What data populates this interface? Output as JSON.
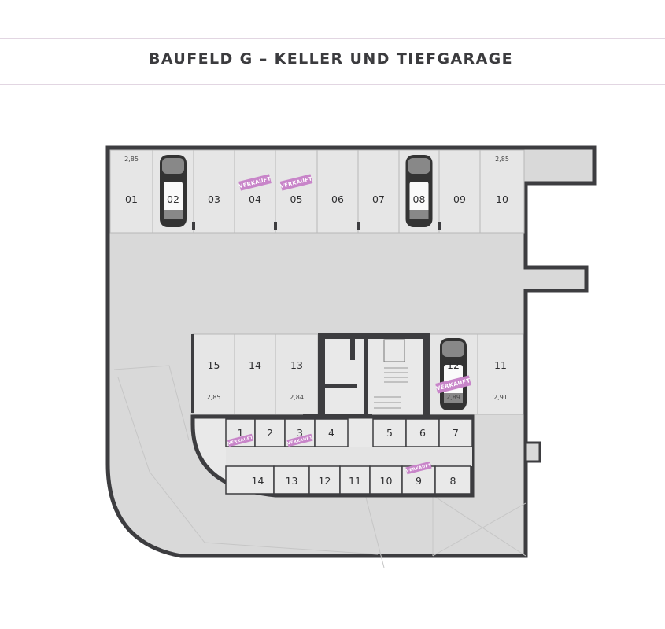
{
  "header": {
    "title": "BAUFELD G – KELLER UND TIEFGARAGE"
  },
  "colors": {
    "sold_badge": "#c885c9",
    "wall": "#3d3d40",
    "floor": "#d9d9d9"
  },
  "sold_label": "VERKAUFT",
  "parking_top": [
    {
      "num": "01",
      "height": "2,85"
    },
    {
      "num": "02",
      "car": true
    },
    {
      "num": "03"
    },
    {
      "num": "04",
      "sold": true
    },
    {
      "num": "05",
      "sold": true
    },
    {
      "num": "06"
    },
    {
      "num": "07"
    },
    {
      "num": "08",
      "car": true
    },
    {
      "num": "09"
    },
    {
      "num": "10",
      "height": "2,85"
    }
  ],
  "parking_mid": [
    {
      "num": "15",
      "height": "2,85"
    },
    {
      "num": "14"
    },
    {
      "num": "13",
      "height": "2,84"
    },
    {
      "num": "12",
      "height": "2,89",
      "car": true,
      "sold": true
    },
    {
      "num": "11",
      "height": "2,91"
    }
  ],
  "cellar_top": [
    {
      "num": "1",
      "sold": true
    },
    {
      "num": "2"
    },
    {
      "num": "3",
      "sold": true
    },
    {
      "num": "4"
    },
    {
      "num": "5"
    },
    {
      "num": "6"
    },
    {
      "num": "7"
    }
  ],
  "cellar_bottom": [
    {
      "num": "14"
    },
    {
      "num": "13"
    },
    {
      "num": "12"
    },
    {
      "num": "11"
    },
    {
      "num": "10"
    },
    {
      "num": "9",
      "sold": true
    },
    {
      "num": "8"
    }
  ]
}
